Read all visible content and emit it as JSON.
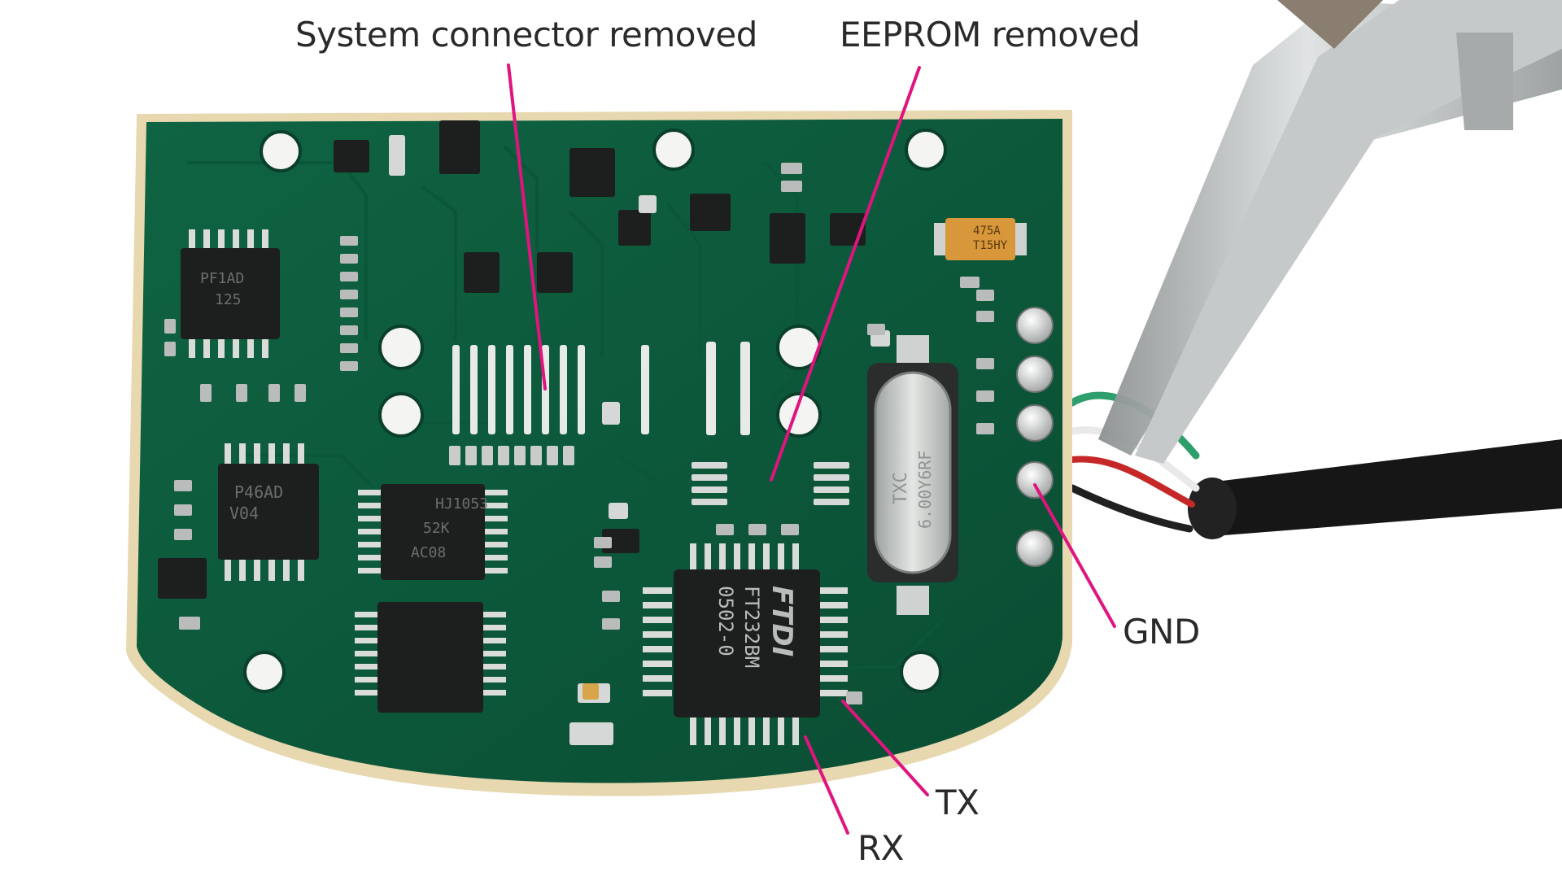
{
  "annotations": {
    "system_connector": "System connector removed",
    "eeprom": "EEPROM removed",
    "gnd": "GND",
    "tx": "TX",
    "rx": "RX"
  },
  "chip_markings": {
    "ftdi_brand": "FTDI",
    "ftdi_part": "FT232BM",
    "ftdi_code": "0502-0",
    "chip1_a": "PF1AD",
    "chip1_b": "125",
    "chip2_a": "P46AD",
    "chip2_b": "V04",
    "chip3_a": "HJ1053",
    "chip3_b": "52K",
    "chip3_c": "AC08",
    "crystal_a": "TXC",
    "crystal_b": "6.00Y6RF",
    "capacitor_a": "475A",
    "capacitor_b": "T15HY"
  },
  "colors": {
    "annotation_line": "#e0147f",
    "pcb": "#0d5a3c",
    "pcb_dark": "#0a4a31",
    "pcb_edge": "#e7d8b0",
    "chip": "#1c1f1e",
    "pin": "#d9dcd8",
    "cable": "#1a1a1a",
    "tweezer": "#b9bcbd",
    "background": "#ffffff"
  }
}
